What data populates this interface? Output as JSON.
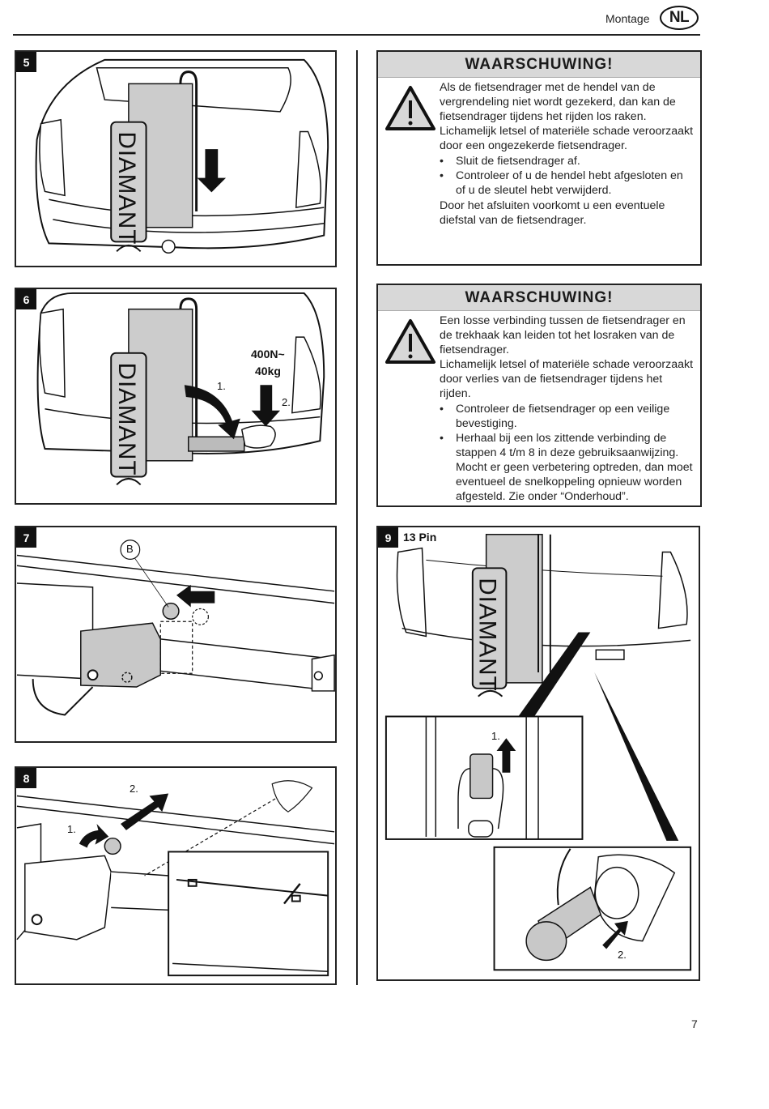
{
  "header": {
    "title": "Montage",
    "language_badge": "NL"
  },
  "figures": [
    {
      "step": "5",
      "plate_text": "DIAMANT"
    },
    {
      "step": "6",
      "plate_text": "DIAMANT",
      "force_label": "400N~",
      "weight_label": "40kg",
      "arrow_labels": [
        "1.",
        "2."
      ]
    },
    {
      "step": "7",
      "callout": "B"
    },
    {
      "step": "8",
      "arrow_labels": [
        "1.",
        "2."
      ]
    },
    {
      "step": "9",
      "title": "13 Pin",
      "plate_text": "DIAMANT",
      "arrow_labels": [
        "1.",
        "2."
      ]
    }
  ],
  "warnings": [
    {
      "heading": "WAARSCHUWING!",
      "icon": "warning-triangle-icon",
      "intro": "Als de fietsendrager met de hendel van de vergrendeling niet wordt gezekerd, dan kan de fietsendrager tijdens het rijden los raken.",
      "consequence": "Lichamelijk letsel of materiële schade veroorzaakt door een ongezekerde fietsendrager.",
      "bullets": [
        "Sluit de fietsendrager af.",
        "Controleer of u de hendel hebt afgesloten en of u de sleutel hebt verwijderd."
      ],
      "outro": "Door het afsluiten voorkomt u een eventuele diefstal van de fietsendrager."
    },
    {
      "heading": "WAARSCHUWING!",
      "icon": "warning-triangle-icon",
      "intro": "Een losse verbinding tussen de fietsendrager en de trekhaak kan leiden tot het losraken van de fietsendrager.",
      "consequence": "Lichamelijk letsel of materiële schade veroorzaakt door verlies van de fietsendrager tijdens het rijden.",
      "bullets": [
        "Controleer de fietsendrager op een veilige bevestiging.",
        "Herhaal bij een los zittende verbinding de stappen 4 t/m 8 in deze gebruiksaanwijzing. Mocht er geen verbetering optreden, dan moet eventueel de snelkoppeling opnieuw worden afgesteld. Zie onder “Onderhoud”."
      ],
      "outro": ""
    }
  ],
  "footer": {
    "page_number": "7"
  }
}
